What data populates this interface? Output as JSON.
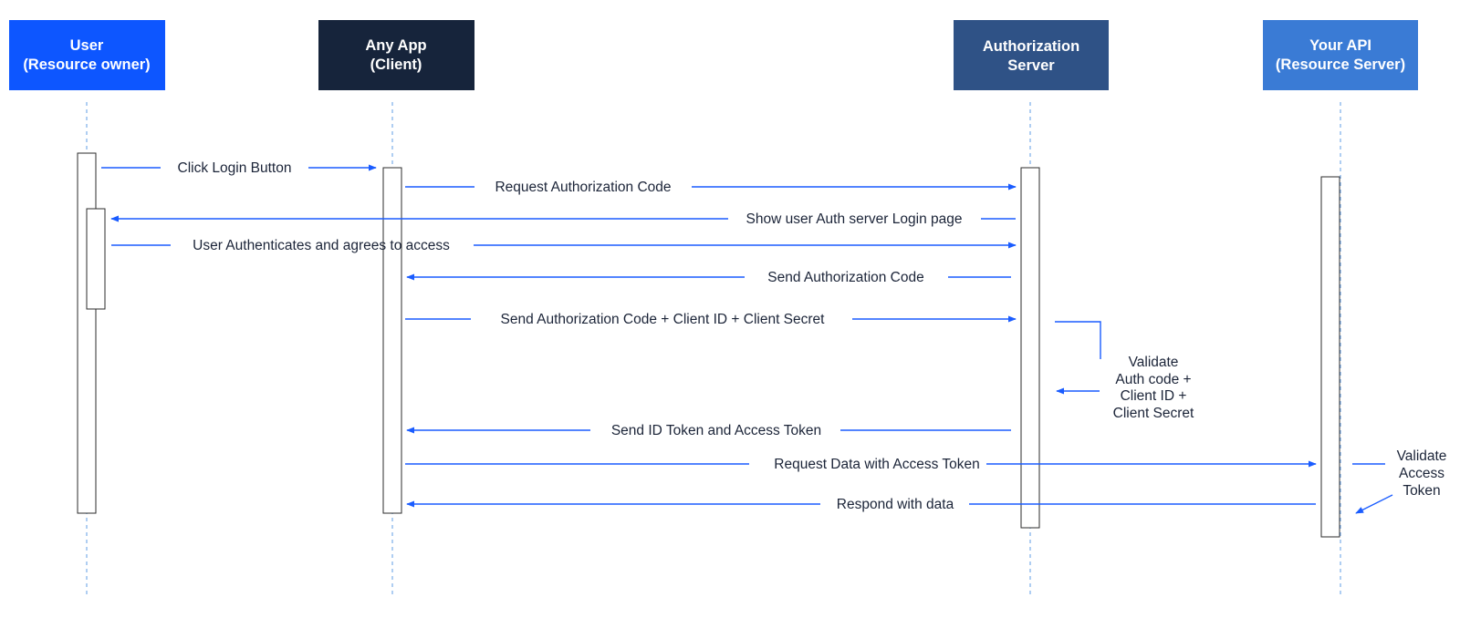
{
  "actors": [
    {
      "id": "user",
      "lines": [
        "User",
        "(Resource owner)"
      ],
      "color": "#0d56ff"
    },
    {
      "id": "app",
      "lines": [
        "Any App",
        "(Client)"
      ],
      "color": "#16243b"
    },
    {
      "id": "auth",
      "lines": [
        "Authorization",
        "Server"
      ],
      "color": "#2f5286"
    },
    {
      "id": "api",
      "lines": [
        "Your API",
        "(Resource Server)"
      ],
      "color": "#3a7bd5"
    }
  ],
  "messages": [
    {
      "id": "click-login",
      "label": "Click Login Button"
    },
    {
      "id": "request-auth-code",
      "label": "Request Authorization Code"
    },
    {
      "id": "show-login-page",
      "label": "Show user Auth server Login page"
    },
    {
      "id": "user-authenticates",
      "label": "User Authenticates and agrees to access"
    },
    {
      "id": "send-auth-code",
      "label": "Send Authorization Code"
    },
    {
      "id": "send-code-id-secret",
      "label": "Send Authorization Code + Client ID + Client Secret"
    },
    {
      "id": "send-tokens",
      "label": "Send ID Token and Access Token"
    },
    {
      "id": "request-data",
      "label": "Request Data with Access Token"
    },
    {
      "id": "respond-data",
      "label": "Respond with data"
    }
  ],
  "notes": [
    {
      "id": "validate-credentials",
      "lines": [
        "Validate",
        "Auth code +",
        "Client ID +",
        "Client Secret"
      ]
    },
    {
      "id": "validate-token",
      "lines": [
        "Validate",
        "Access",
        "Token"
      ]
    }
  ],
  "colors": {
    "arrow": "#1a5cff",
    "lifeline": "#7aaee8",
    "text": "#1b2438"
  }
}
